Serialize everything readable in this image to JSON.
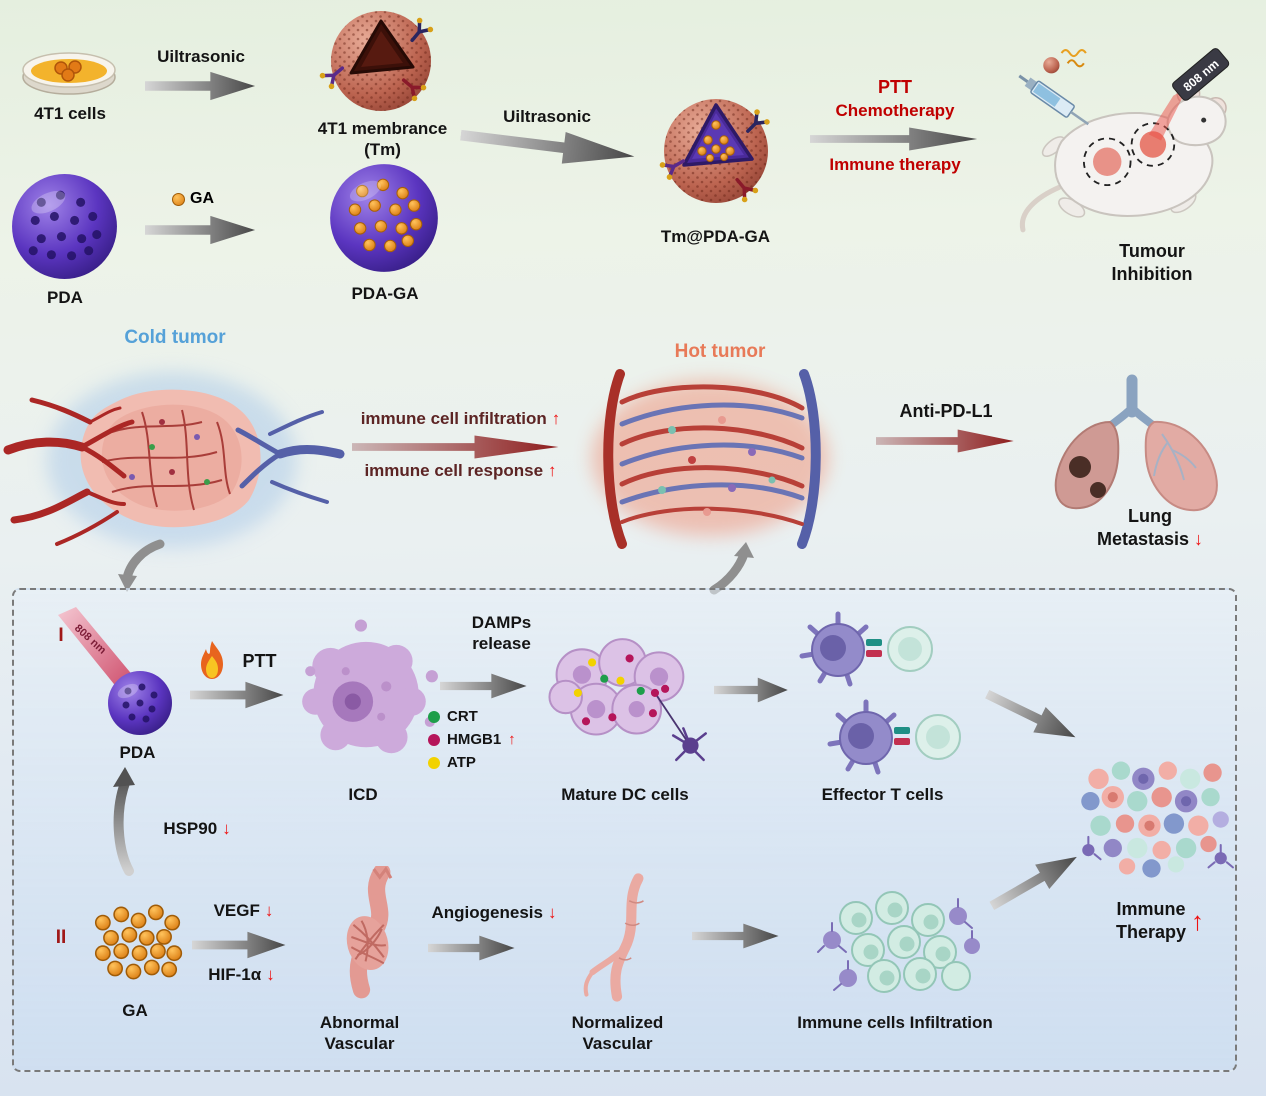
{
  "colors": {
    "red_text": "#c00000",
    "arrow_glyph_red": "#ee1111",
    "cold_tumor_blue": "#55a1d8",
    "hot_tumor_orange": "#e87a58",
    "section_numeral_red": "#a01818",
    "ga_orange": "#e0891a"
  },
  "top_row": {
    "cells_label": "4T1 cells",
    "ultrasonic1_label": "Uiltrasonic",
    "membrane_label_line1": "4T1 membrance",
    "membrane_label_line2": "(Tm)",
    "pda_label": "PDA",
    "ga_arrow_label": "GA",
    "pda_ga_label": "PDA-GA",
    "ultrasonic2_label": "Uiltrasonic",
    "tm_pda_ga_label": "Tm@PDA-GA",
    "ptt_label": "PTT",
    "chemo_label": "Chemotherapy",
    "immune_label": "Immune therapy",
    "laser_label": "808 nm",
    "inhibition_line1": "Tumour",
    "inhibition_line2": "Inhibition"
  },
  "middle_row": {
    "cold_tumor_label": "Cold tumor",
    "infiltration_label": "immune cell infiltration",
    "infiltration_arrow": "↑",
    "response_label": "immune cell response",
    "response_arrow": "↑",
    "hot_tumor_label": "Hot tumor",
    "anti_pdl1_label": "Anti-PD-L1",
    "lung_line1": "Lung",
    "lung_line2": "Metastasis",
    "lung_arrow": "↓"
  },
  "panel": {
    "section1_label": "I",
    "section2_label": "II",
    "laser_label": "808 nm",
    "pda_label": "PDA",
    "ptt_label": "PTT",
    "icd_label": "ICD",
    "damps_line1": "DAMPs",
    "damps_line2": "release",
    "legend": [
      {
        "label": "CRT",
        "color": "#1e9e4a",
        "arrow": ""
      },
      {
        "label": "HMGB1",
        "color": "#b5155a",
        "arrow": "↑"
      },
      {
        "label": "ATP",
        "color": "#f2d200",
        "arrow": ""
      }
    ],
    "mature_dc_label": "Mature DC cells",
    "effector_t_label": "Effector T cells",
    "hsp90_label": "HSP90",
    "hsp90_arrow": "↓",
    "ga_label": "GA",
    "vegf_label": "VEGF",
    "vegf_arrow": "↓",
    "hif_label": "HIF-1α",
    "hif_arrow": "↓",
    "abnormal_line1": "Abnormal",
    "abnormal_line2": "Vascular",
    "angiogenesis_label": "Angiogenesis",
    "angiogenesis_arrow": "↓",
    "normalized_line1": "Normalized",
    "normalized_line2": "Vascular",
    "immune_infiltration_label": "Immune cells Infiltration",
    "immune_therapy_line1": "Immune",
    "immune_therapy_line2": "Therapy",
    "immune_therapy_arrow": "↑"
  }
}
